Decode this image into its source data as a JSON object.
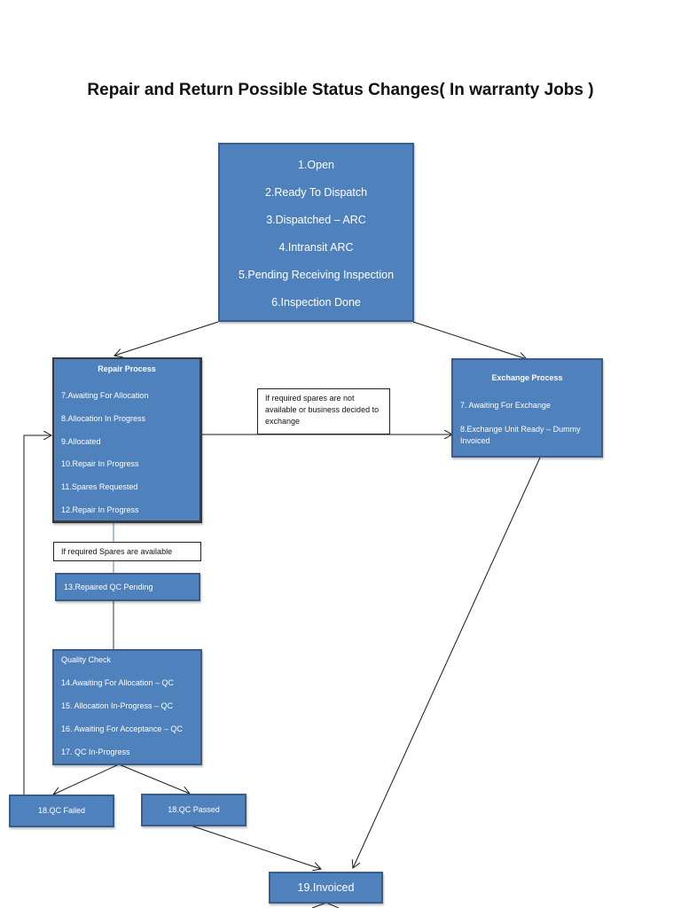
{
  "title": "Repair and Return Possible Status Changes( In warranty Jobs )",
  "colors": {
    "box_fill": "#4f81bd",
    "box_border": "#385d8a",
    "text": "#ffffff",
    "connector": "#1a1a1a",
    "blue_connector": "#4f81bd"
  },
  "initial": {
    "items": [
      "1.Open",
      "2.Ready To Dispatch",
      "3.Dispatched – ARC",
      "4.Intransit ARC",
      "5.Pending Receiving Inspection",
      "6.Inspection Done"
    ]
  },
  "repair": {
    "heading": "Repair Process",
    "items": [
      "7.Awaiting For Allocation",
      "8.Allocation In Progress",
      "9.Allocated",
      "10.Repair In Progress",
      "11.Spares Requested",
      "12.Repair In Progress"
    ]
  },
  "exchange": {
    "heading": "Exchange Process",
    "items": [
      "7. Awaiting For Exchange",
      "8.Exchange Unit Ready – Dummy Invoiced"
    ]
  },
  "notes": {
    "to_exchange": "If required spares are not available or business decided to exchange",
    "spares_available": "If required Spares are available"
  },
  "repaired": {
    "label": "13.Repaired QC Pending"
  },
  "quality": {
    "heading": "Quality Check",
    "items": [
      "14.Awaiting For Allocation – QC",
      "15.  Allocation In-Progress – QC",
      "16.  Awaiting For Acceptance – QC",
      "17.  QC In-Progress"
    ]
  },
  "qc_failed": {
    "label": "18.QC Failed"
  },
  "qc_passed": {
    "label": "18.QC Passed"
  },
  "invoiced": {
    "label": "19.Invoiced"
  }
}
